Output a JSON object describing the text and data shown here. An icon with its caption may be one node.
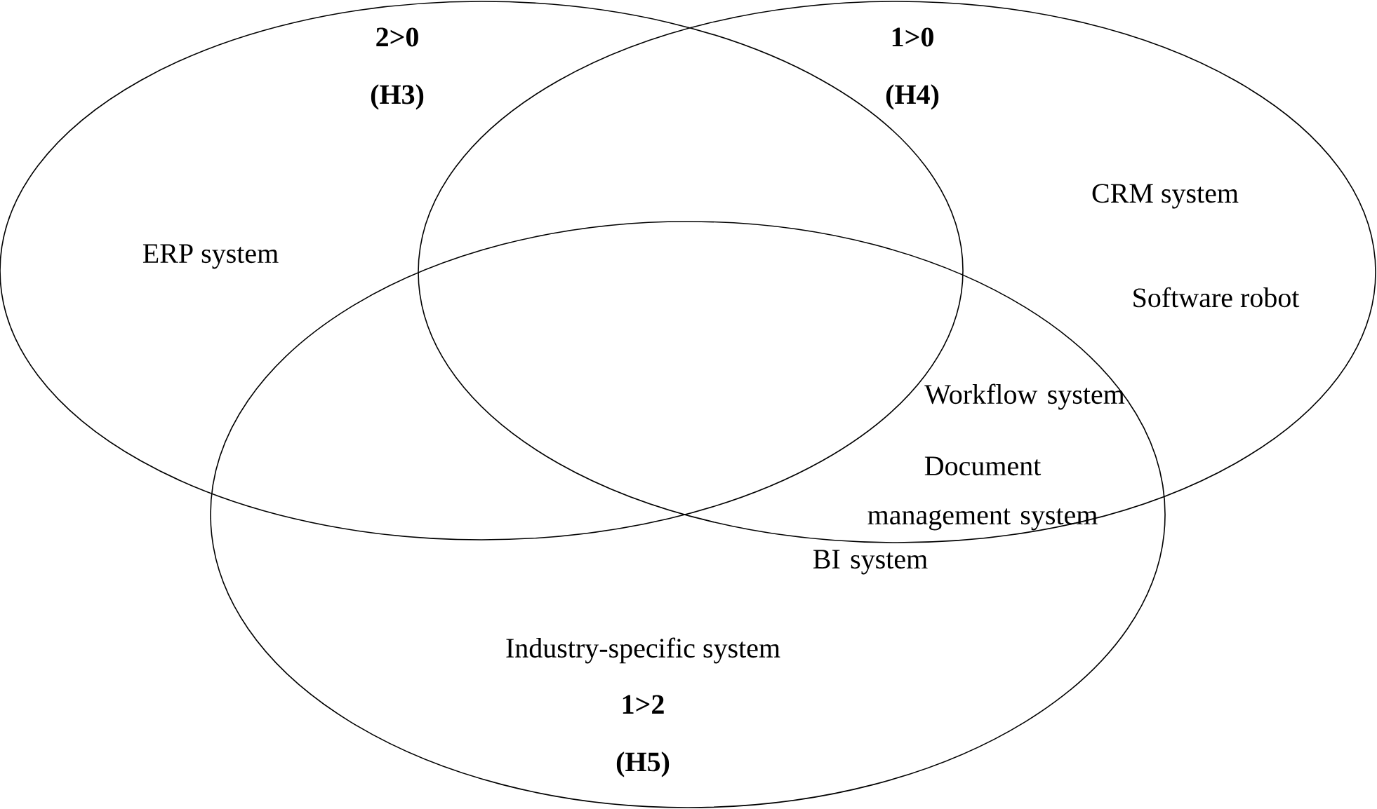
{
  "diagram": {
    "nodes": [
      {
        "text": [
          "2>0 (H3)",
          "ERP system"
        ]
      },
      {
        "text": [
          "1>0 (H4)",
          "CRM system",
          "Software robot"
        ]
      },
      {
        "text": [
          "Industry-specific  system",
          "1>2 (H5)"
        ]
      }
    ],
    "labels": [
      "Workflow system",
      "Document management system",
      "BI system"
    ]
  }
}
